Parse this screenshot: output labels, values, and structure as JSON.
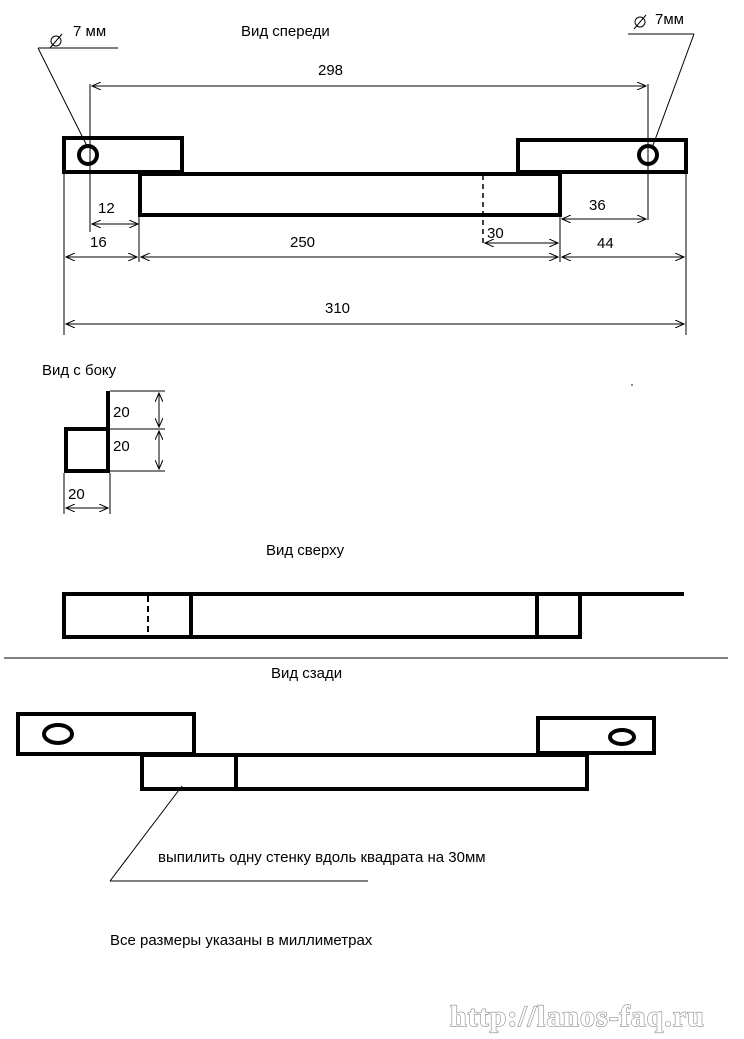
{
  "views": {
    "front": "Вид спереди",
    "side": "Вид с боку",
    "top": "Вид сверху",
    "back": "Вид сзади"
  },
  "holes": {
    "left": "7 мм",
    "right": "7мм"
  },
  "dimensions": {
    "hole_spacing": "298",
    "left_hole_offset": "12",
    "left_overhang": "16",
    "tube_length": "250",
    "cut_length": "30",
    "right_hole_offset": "36",
    "right_overhang": "44",
    "total_length": "310",
    "side_upper": "20",
    "side_lower": "20",
    "side_width": "20"
  },
  "notes": {
    "cut_instruction": "выпилить одну стенку вдоль квадрата на 30мм",
    "units": "Все размеры указаны в миллиметрах"
  },
  "watermark": "http://lanos-faq.ru"
}
